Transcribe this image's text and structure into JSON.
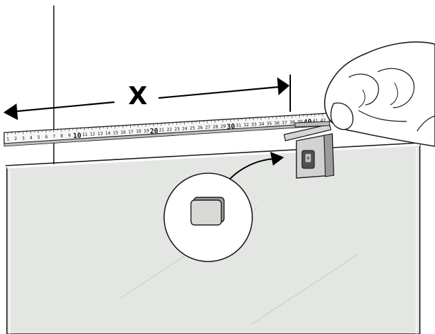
{
  "diagram": {
    "dimension_label": "X",
    "ruler": {
      "start": 1,
      "end": 42,
      "major_every": 10
    },
    "colors": {
      "line": "#1a1a1a",
      "glass": "#e4e6e3",
      "ruler_face": "#f7f7f7",
      "clip_body": "#d2d2d2",
      "clip_dark": "#9b9b9b",
      "pad": "#d9dad8"
    }
  }
}
